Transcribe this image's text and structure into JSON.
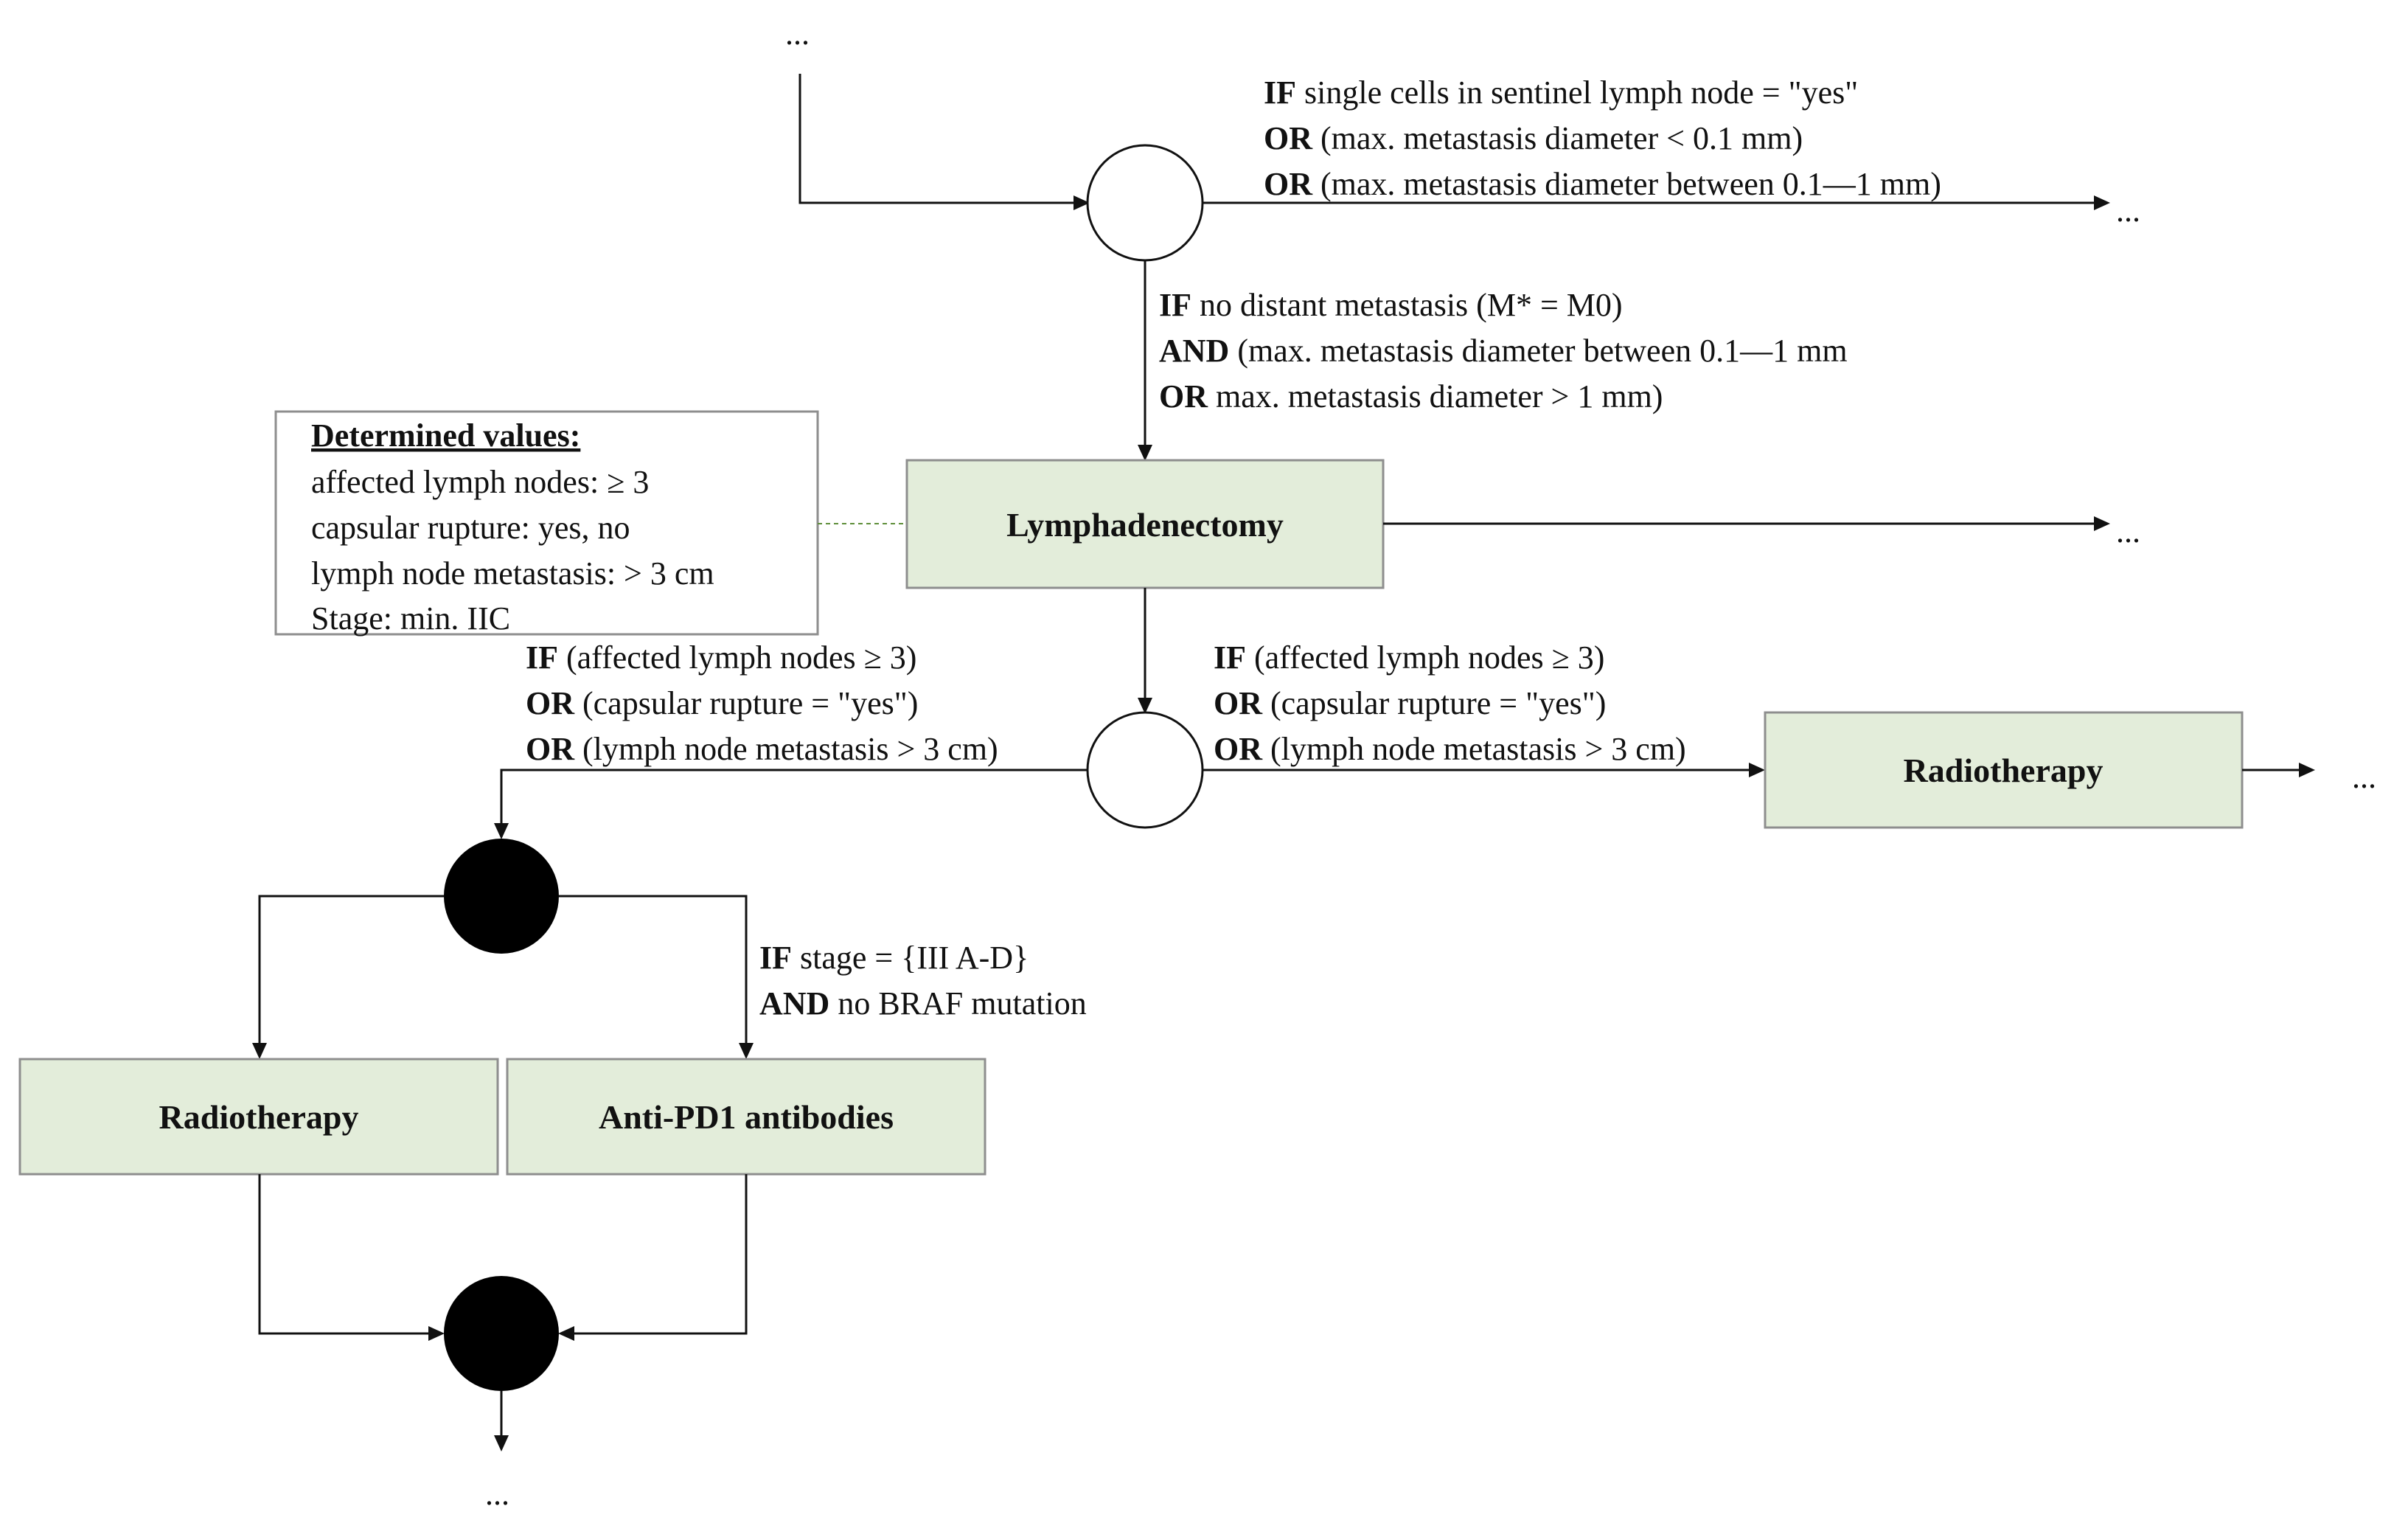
{
  "ellipsis": "...",
  "gateway1": {
    "right_condition": [
      {
        "keyword": "IF",
        "text": " single cells in sentinel lymph node = \"yes\""
      },
      {
        "keyword": "OR",
        "text": " (max. metastasis diameter < 0.1 mm)"
      },
      {
        "keyword": "OR",
        "text": " (max. metastasis diameter between 0.1—1 mm)"
      }
    ],
    "down_condition": [
      {
        "keyword": "IF",
        "text": " no distant metastasis (M* = M0)"
      },
      {
        "keyword": "AND",
        "text": " (max. metastasis diameter between 0.1—1 mm"
      },
      {
        "keyword": "OR",
        "text": " max. metastasis diameter > 1 mm)"
      }
    ]
  },
  "note": {
    "title": "Determined values:",
    "lines": [
      "affected lymph nodes: ≥ 3",
      "capsular rupture: yes, no",
      "lymph node metastasis: > 3 cm",
      "Stage: min. IIC"
    ]
  },
  "activities": {
    "lymphadenectomy": "Lymphadenectomy",
    "radiotherapy_right": "Radiotherapy",
    "radiotherapy_left": "Radiotherapy",
    "anti_pd1": "Anti-PD1 antibodies"
  },
  "gateway2": {
    "left_condition": [
      {
        "keyword": "IF",
        "text": " (affected lymph nodes ≥ 3)"
      },
      {
        "keyword": "OR",
        "text": " (capsular rupture = \"yes\")"
      },
      {
        "keyword": "OR",
        "text": " (lymph node metastasis > 3 cm)"
      }
    ],
    "right_condition": [
      {
        "keyword": "IF",
        "text": " (affected lymph nodes ≥ 3)"
      },
      {
        "keyword": "OR",
        "text": " (capsular rupture = \"yes\")"
      },
      {
        "keyword": "OR",
        "text": " (lymph node metastasis > 3 cm)"
      }
    ]
  },
  "fork_condition": [
    {
      "keyword": "IF",
      "text": " stage = {III A-D}"
    },
    {
      "keyword": "AND",
      "text": " no BRAF mutation"
    }
  ]
}
